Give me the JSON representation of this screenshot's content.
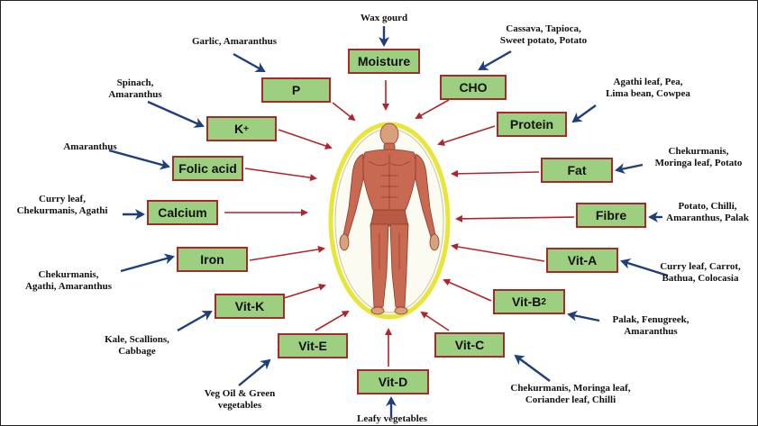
{
  "colors": {
    "box_fill": "#9ccf7f",
    "box_border": "#a52a2a",
    "red_arrow": "#b0252b",
    "blue_arrow": "#1f3f7a",
    "oval_ring": "#e8e63a"
  },
  "nutrients": [
    {
      "id": "moisture",
      "label": "Moisture",
      "sources": [
        "Wax gourd"
      ]
    },
    {
      "id": "cho",
      "label": "CHO",
      "sources": [
        "Cassava, Tapioca,",
        "Sweet potato, Potato"
      ]
    },
    {
      "id": "protein",
      "label": "Protein",
      "sources": [
        "Agathi leaf, Pea,",
        "Lima bean, Cowpea"
      ]
    },
    {
      "id": "fat",
      "label": "Fat",
      "sources": [
        "Chekurmanis,",
        "Moringa leaf, Potato"
      ]
    },
    {
      "id": "fibre",
      "label": "Fibre",
      "sources": [
        "Potato, Chilli,",
        "Amaranthus, Palak"
      ]
    },
    {
      "id": "vita",
      "label": "Vit-A",
      "sources": [
        "Curry leaf, Carrot,",
        "Bathua, Colocasia"
      ]
    },
    {
      "id": "vitb2",
      "label": "Vit-B",
      "subscript": "2",
      "sources": [
        "Palak, Fenugreek,",
        "Amaranthus"
      ]
    },
    {
      "id": "vitc",
      "label": "Vit-C",
      "sources": [
        "Chekurmanis, Moringa leaf,",
        "Coriander leaf, Chilli"
      ]
    },
    {
      "id": "vitd",
      "label": "Vit-D",
      "sources": [
        "Leafy vegetables"
      ]
    },
    {
      "id": "vite",
      "label": "Vit-E",
      "sources": [
        "Veg Oil & Green",
        "vegetables"
      ]
    },
    {
      "id": "vitk",
      "label": "Vit-K",
      "sources": [
        "Kale, Scallions,",
        "Cabbage"
      ]
    },
    {
      "id": "iron",
      "label": "Iron",
      "sources": [
        "Chekurmanis,",
        "Agathi, Amaranthus"
      ]
    },
    {
      "id": "calcium",
      "label": "Calcium",
      "sources": [
        "Curry leaf,",
        "Chekurmanis, Agathi"
      ]
    },
    {
      "id": "folic",
      "label": "Folic acid",
      "sources": [
        "Amaranthus"
      ]
    },
    {
      "id": "k",
      "label": "K",
      "superscript": "+",
      "sources": [
        "Spinach,",
        "Amaranthus"
      ]
    },
    {
      "id": "p",
      "label": "P",
      "sources": [
        "Garlic, Amaranthus"
      ]
    }
  ]
}
